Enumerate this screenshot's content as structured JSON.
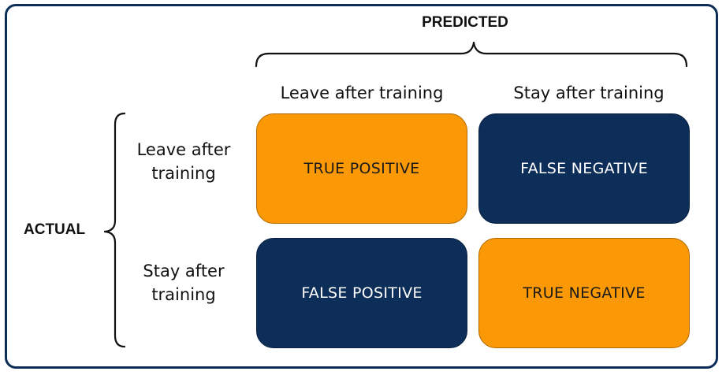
{
  "diagram": {
    "predicted_label": "PREDICTED",
    "actual_label": "ACTUAL",
    "columns": [
      {
        "label": "Leave after training"
      },
      {
        "label": "Stay after training"
      }
    ],
    "rows": [
      {
        "label": "Leave after training"
      },
      {
        "label": "Stay after training"
      }
    ],
    "cells": [
      {
        "label": "TRUE POSITIVE"
      },
      {
        "label": "FALSE NEGATIVE"
      },
      {
        "label": "FALSE POSITIVE"
      },
      {
        "label": "TRUE NEGATIVE"
      }
    ]
  },
  "colors": {
    "frame": "#0b2d57",
    "orange": "#fb9805",
    "navy": "#0d2e58"
  }
}
